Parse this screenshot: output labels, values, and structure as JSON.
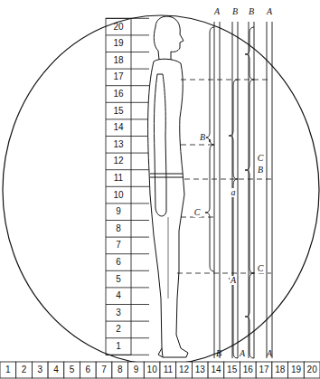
{
  "diagram": {
    "labels": [
      "20",
      "19",
      "18",
      "17",
      "16",
      "15",
      "14",
      "13",
      "12",
      "11",
      "10",
      "9",
      "8",
      "7",
      "6",
      "5",
      "4",
      "3",
      "2",
      "1",
      "1",
      "2",
      "3",
      "4",
      "5",
      "6",
      "7",
      "8",
      "9",
      "10",
      "11",
      "12",
      "13",
      "14",
      "15",
      "16",
      "17",
      "18",
      "19",
      "20",
      "A",
      "B",
      "B",
      "A",
      "B",
      "A",
      "A",
      "C",
      "B",
      "a",
      "B",
      "C",
      "C",
      "A"
    ]
  }
}
